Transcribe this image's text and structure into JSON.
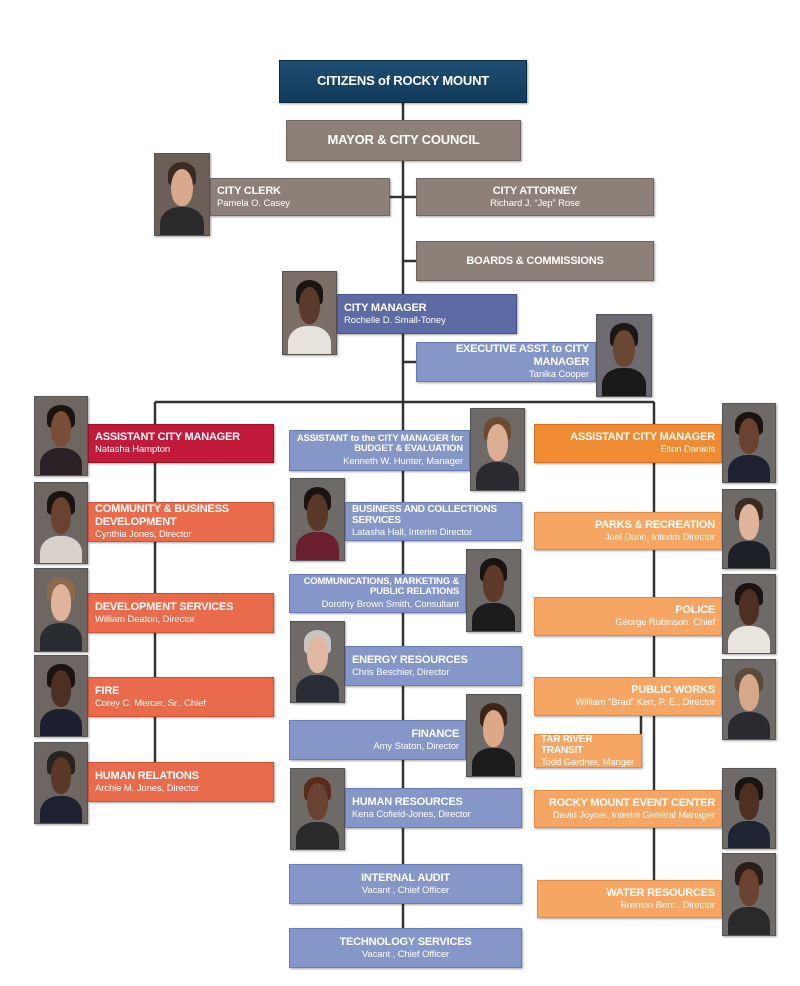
{
  "nodes": {
    "citizens": {
      "title": "CITIZENS of ROCKY MOUNT"
    },
    "council": {
      "title": "MAYOR & CITY COUNCIL"
    },
    "clerk": {
      "title": "CITY CLERK",
      "name": "Pamela O. Casey"
    },
    "attorney": {
      "title": "CITY ATTORNEY",
      "name": "Richard J. “Jep” Rose"
    },
    "boards": {
      "title": "BOARDS & COMMISSIONS"
    },
    "manager": {
      "title": "CITY MANAGER",
      "name": "Rochelle D. Small-Toney"
    },
    "exec_asst": {
      "title": "EXECUTIVE ASST. to CITY MANAGER",
      "name": "Tanika Cooper"
    },
    "acm_left": {
      "title": "ASSISTANT CITY MANAGER",
      "name": "Natasha Hampton"
    },
    "cbd": {
      "title": "COMMUNITY & BUSINESS DEVELOPMENT",
      "name": "Cynthia Jones, Director"
    },
    "dev_services": {
      "title": "DEVELOPMENT SERVICES",
      "name": "William Deaton, Director"
    },
    "fire": {
      "title": "FIRE",
      "name": "Corey C. Mercer, Sr., Chief"
    },
    "human_relations": {
      "title": "HUMAN RELATIONS",
      "name": "Archie M. Jones, Director"
    },
    "budget": {
      "title": "ASSISTANT to the CITY MANAGER for BUDGET & EVALUATION",
      "name": "Kenneth W. Hunter, Manager"
    },
    "business_collections": {
      "title": "BUSINESS AND COLLECTIONS SERVICES",
      "name": "Latasha Hall, Interim Director"
    },
    "communications": {
      "title": "COMMUNICATIONS, MARKETING & PUBLIC RELATIONS",
      "name": "Dorothy Brown Smith, Consultant"
    },
    "energy": {
      "title": "ENERGY RESOURCES",
      "name": "Chris Beschier, Director"
    },
    "finance": {
      "title": "FINANCE",
      "name": "Amy Staton, Director"
    },
    "human_resources": {
      "title": "HUMAN RESOURCES",
      "name": "Kena Cofield-Jones, Director"
    },
    "internal_audit": {
      "title": "INTERNAL AUDIT",
      "name": "Vacant , Chief Officer"
    },
    "technology": {
      "title": "TECHNOLOGY SERVICES",
      "name": "Vacant , Chief Officer"
    },
    "acm_right": {
      "title": "ASSISTANT CITY MANAGER",
      "name": "Elton Daniels"
    },
    "parks": {
      "title": "PARKS & RECREATION",
      "name": "Joel Dunn, Interim Director"
    },
    "police": {
      "title": "POLICE",
      "name": "George Robinson, Chief"
    },
    "public_works": {
      "title": "PUBLIC WORKS",
      "name": "William “Brad” Kerr, P. E., Director"
    },
    "tar_river": {
      "title": "TAR RIVER TRANSIT",
      "name": "Todd Gardner, Manger"
    },
    "event_center": {
      "title": "ROCKY MOUNT EVENT CENTER",
      "name": "David Joyner, Interim General Manager"
    },
    "water": {
      "title": "WATER RESOURCES",
      "name": "Brenton Bent., Director"
    }
  },
  "colors": {
    "connector": "#333333",
    "gray_box": "#8c8078",
    "navy_box": "#1a4567",
    "indigo_box": "#5c6ba3",
    "blue_box": "#8596c9",
    "red_box": "#c21a3a",
    "coral_box": "#ea6a4c",
    "orange_box": "#f08a33",
    "peach_box": "#f6a662"
  }
}
